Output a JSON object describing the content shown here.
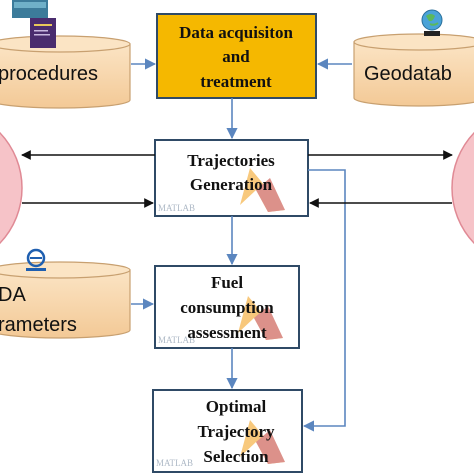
{
  "process_boxes": {
    "acquisition": {
      "lines": [
        "Data acquisiton",
        "and",
        "treatment"
      ]
    },
    "trajectories": {
      "lines": [
        "Trajectories",
        "Generation"
      ]
    },
    "fuel": {
      "lines": [
        "Fuel",
        "consumption",
        "assessment"
      ]
    },
    "optimal": {
      "lines": [
        "Optimal",
        "Trajectory",
        "Selection"
      ]
    }
  },
  "databases": {
    "procedures": {
      "label": "procedures"
    },
    "geodatabase": {
      "label": "Geodatab"
    },
    "bada": {
      "lines": [
        "DA",
        "rameters"
      ]
    }
  },
  "watermarks": {
    "matlab": "MATLAB"
  },
  "colors": {
    "acquisition_fill": "#f5b800",
    "box_border": "#2f4a66",
    "cylinder_fill": "#f8d9b0",
    "cylinder_stroke": "#c8a070",
    "arrow": "#5b86bf",
    "black_arrow": "#111111",
    "side_circle_fill": "#f6c3c8",
    "side_circle_stroke": "#e08a95",
    "matlab_red": "#c0392b",
    "matlab_orange": "#f39c12"
  }
}
